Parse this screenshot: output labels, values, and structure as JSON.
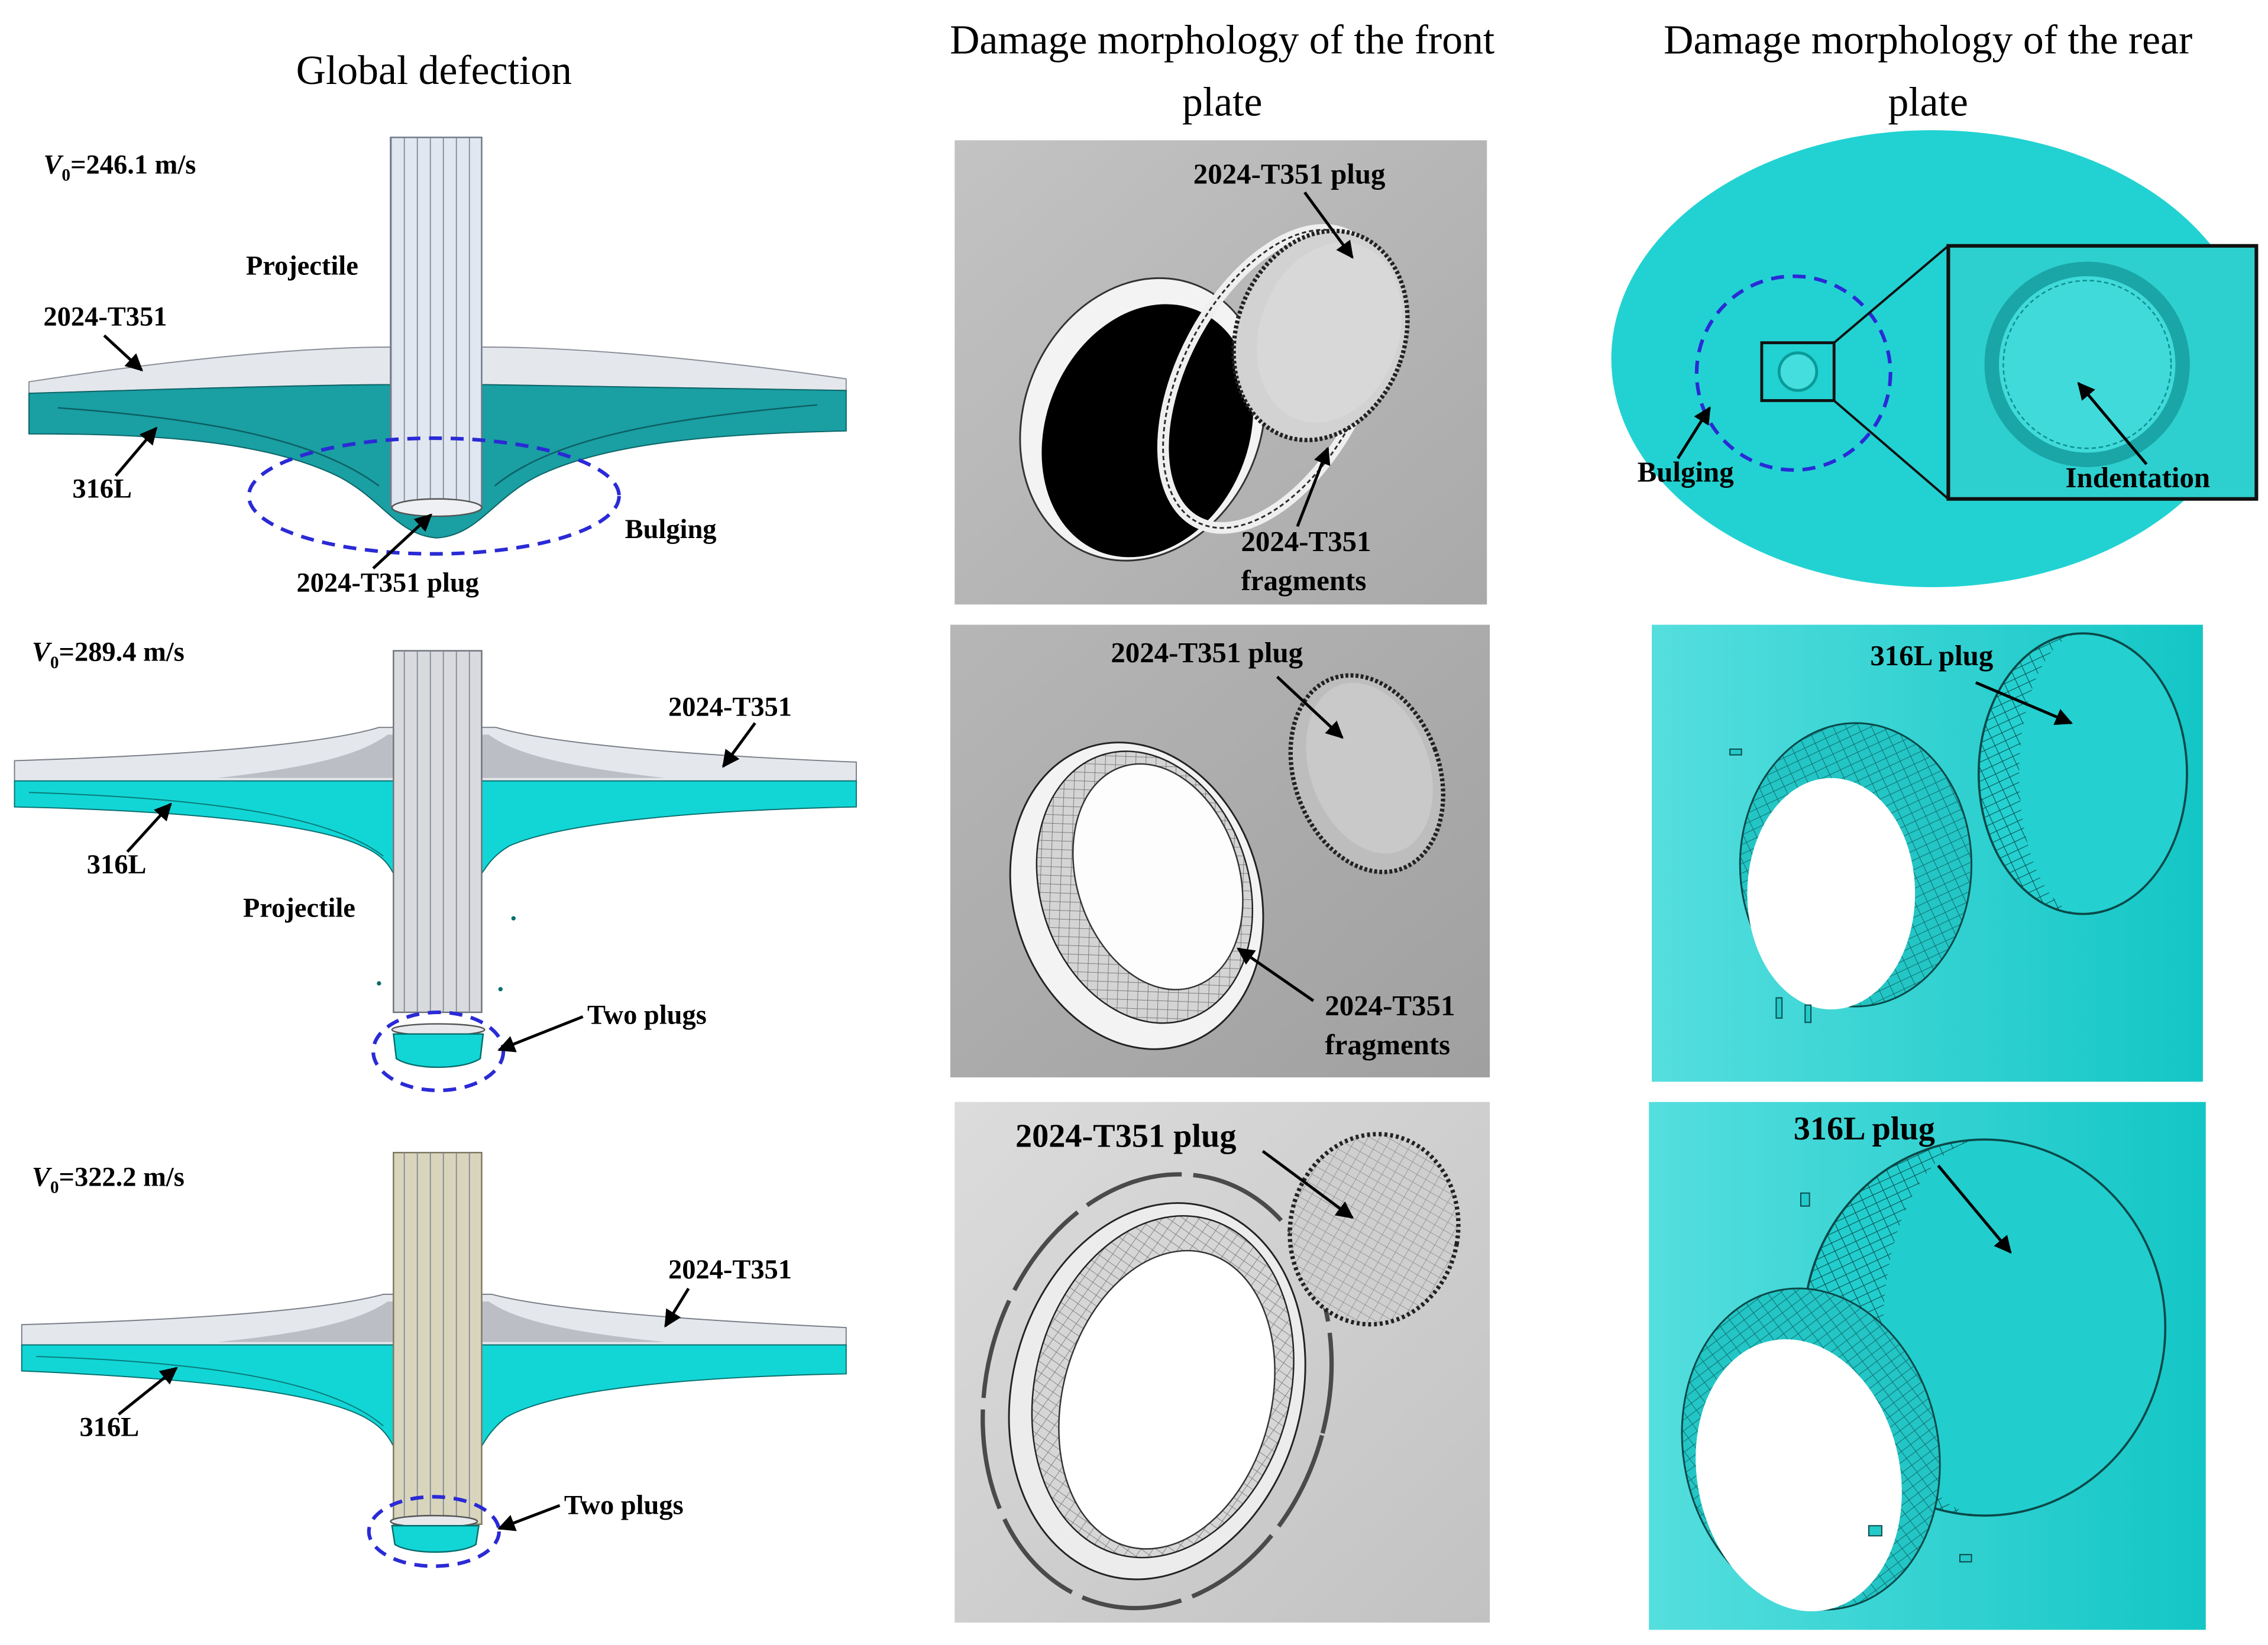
{
  "headers": {
    "global": "Global defection",
    "front": [
      "Damage morphology of the front",
      "plate"
    ],
    "rear": [
      "Damage morphology of the rear",
      "plate"
    ]
  },
  "rows": [
    {
      "velocity": {
        "symbol": "V",
        "subscript": "0",
        "value": "=246.1 m/s"
      },
      "global": {
        "projectile": "Projectile",
        "front_plate": "2024-T351",
        "rear_plate": "316L",
        "bulging": "Bulging",
        "plug": "2024-T351 plug"
      },
      "front": {
        "plug": "2024-T351 plug",
        "fragments": [
          "2024-T351",
          "fragments"
        ]
      },
      "rear": {
        "bulging": "Bulging",
        "indentation": "Indentation"
      }
    },
    {
      "velocity": {
        "symbol": "V",
        "subscript": "0",
        "value": "=289.4 m/s"
      },
      "global": {
        "front_plate": "2024-T351",
        "rear_plate": "316L",
        "projectile": "Projectile",
        "plugs": "Two plugs"
      },
      "front": {
        "plug": "2024-T351 plug",
        "fragments": [
          "2024-T351",
          "fragments"
        ]
      },
      "rear": {
        "plug": "316L plug"
      }
    },
    {
      "velocity": {
        "symbol": "V",
        "subscript": "0",
        "value": "=322.2 m/s"
      },
      "global": {
        "front_plate": "2024-T351",
        "rear_plate": "316L",
        "plugs": "Two plugs"
      },
      "front": {
        "plug": "2024-T351 plug"
      },
      "rear": {
        "plug": "316L plug"
      }
    }
  ],
  "colors": {
    "aluminum_plate": "#e4e7ec",
    "steel_plate_row1": "#1a9fa3",
    "steel_plate": "#12d6d6",
    "rear_view": "#22d2d2",
    "dashed_outline": "#2a2ad6",
    "projectile_row1": "#e0e7f0",
    "projectile_row2": "#d9dadd",
    "projectile_row3": "#d9d5bc"
  }
}
